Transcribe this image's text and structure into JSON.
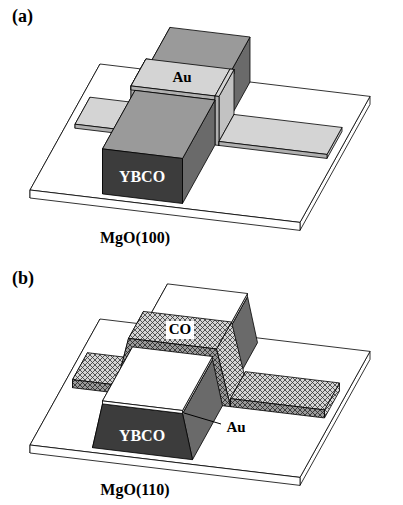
{
  "diagram": {
    "labels": [
      "(a)",
      "Au",
      "YBCO",
      "MgO(100)",
      "(b)",
      "CO",
      "YBCO",
      "Au",
      "MgO(110)"
    ]
  }
}
